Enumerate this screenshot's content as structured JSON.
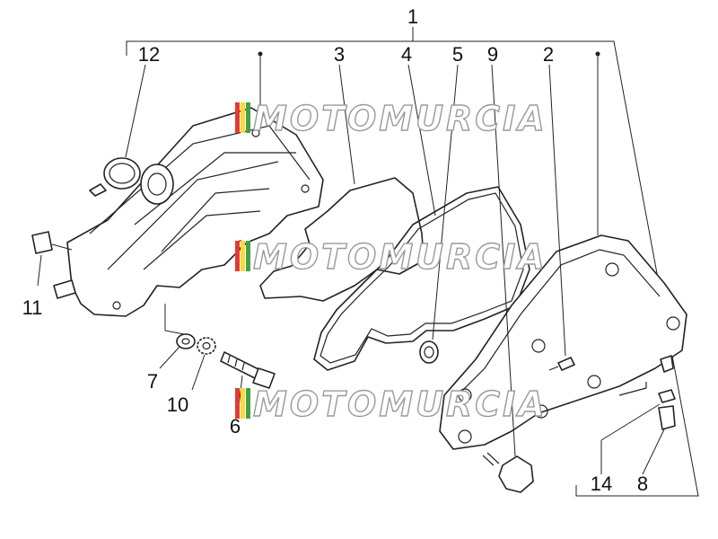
{
  "diagram": {
    "callouts": [
      {
        "id": "1",
        "label": "1"
      },
      {
        "id": "2",
        "label": "2"
      },
      {
        "id": "3",
        "label": "3"
      },
      {
        "id": "4",
        "label": "4"
      },
      {
        "id": "5",
        "label": "5"
      },
      {
        "id": "6",
        "label": "6"
      },
      {
        "id": "7",
        "label": "7"
      },
      {
        "id": "8",
        "label": "8"
      },
      {
        "id": "9",
        "label": "9"
      },
      {
        "id": "10",
        "label": "10"
      },
      {
        "id": "11",
        "label": "11"
      },
      {
        "id": "12",
        "label": "12"
      },
      {
        "id": "14",
        "label": "14"
      }
    ]
  },
  "watermark": {
    "text": "MOTOMURCIA",
    "stripe_colors": [
      "#e53935",
      "#fdd835",
      "#43a047"
    ]
  }
}
